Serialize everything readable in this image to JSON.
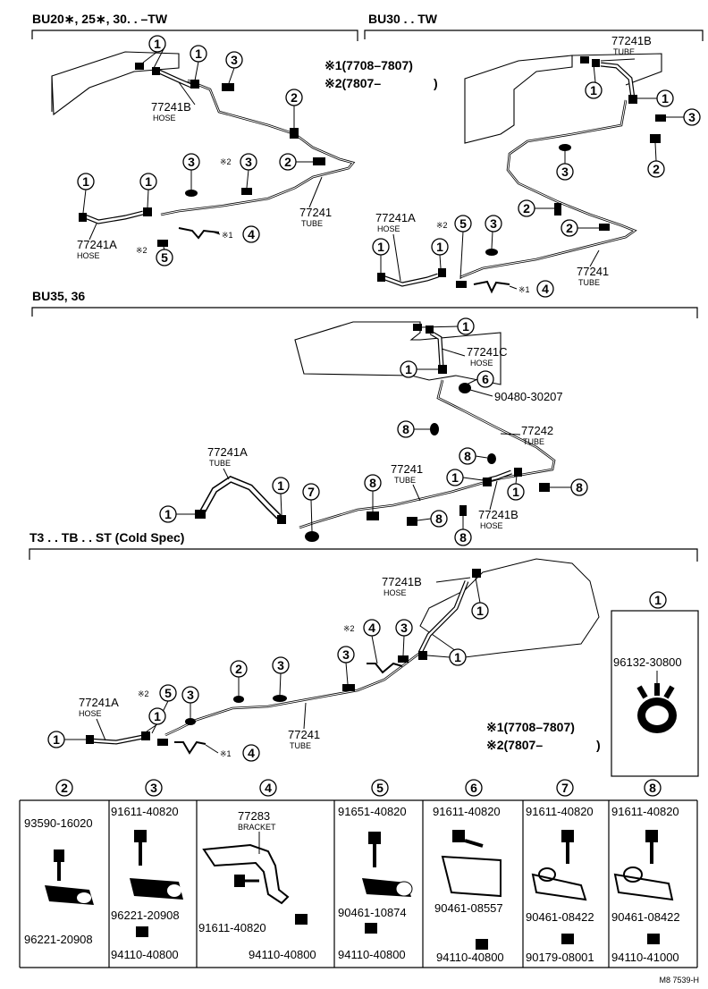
{
  "sections": {
    "s1_title": "BU20∗, 25∗, 30. . –TW",
    "s2_title": "BU30 . . TW",
    "s3_title": "BU35, 36",
    "s4_title": "T3 . . TB . . ST (Cold Spec)"
  },
  "notes": {
    "n1": "※1(7708–7807)",
    "n2": "※2(7807–",
    "n2_close": ")"
  },
  "marks": {
    "m1": "※1",
    "m2": "※2"
  },
  "nums": {
    "c1": "1",
    "c2": "2",
    "c3": "3",
    "c4": "4",
    "c5": "5",
    "c6": "6",
    "c7": "7",
    "c8": "8"
  },
  "labels": {
    "a": "77241A",
    "b": "77241B",
    "c": "77241C",
    "tube": "77241",
    "tube2": "77242",
    "bracket": "77283",
    "hose": "HOSE",
    "tube_word": "TUBE",
    "bracket_word": "BRACKET",
    "p90480": "90480-30207"
  },
  "parts": {
    "p96132": "96132-30800",
    "p93590": "93590-16020",
    "p96221a": "96221-20908",
    "p96221b": "96221-20908",
    "p91611_3": "91611-40820",
    "p94110_3": "94110-40800",
    "p91611_4": "91611-40820",
    "p94110_4": "94110-40800",
    "p91651": "91651-40820",
    "p90461_5": "90461-10874",
    "p94110_5": "94110-40800",
    "p91611_6": "91611-40820",
    "p90461_6": "90461-08557",
    "p94110_6": "94110-40800",
    "p91611_7": "91611-40820",
    "p90461_7": "90461-08422",
    "p90179": "90179-08001",
    "p91611_8": "91611-40820",
    "p90461_8": "90461-08422",
    "p94110_8": "94110-41000"
  },
  "footer": "M8 7539-H"
}
